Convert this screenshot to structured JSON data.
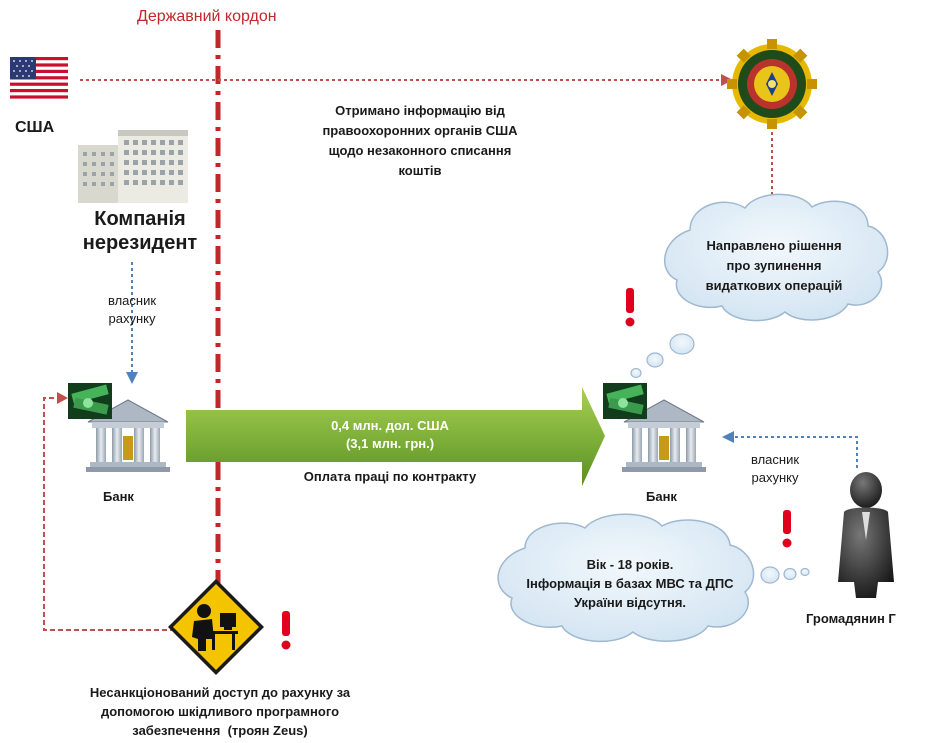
{
  "border": {
    "label": "Державний кордон"
  },
  "usa": {
    "label": "США"
  },
  "company": {
    "line1": "Компанія",
    "line2": "нерезидент"
  },
  "owner_left": {
    "line1": "власник",
    "line2": "рахунку"
  },
  "owner_right": {
    "line1": "власник",
    "line2": "рахунку"
  },
  "info_usa": {
    "line1": "Отримано інформацію від",
    "line2": "правоохоронних органів США",
    "line3": "щодо незаконного списання",
    "line4": "коштів"
  },
  "cloud_decision": {
    "line1": "Направлено рішення",
    "line2": "про зупинення",
    "line3": "видаткових операцій"
  },
  "transfer": {
    "amount_usd": "0,4 млн. дол. США",
    "amount_uah": "(3,1 млн. грн.)",
    "purpose": "Оплата праці по контракту"
  },
  "bank_left": {
    "label": "Банк"
  },
  "bank_right": {
    "label": "Банк"
  },
  "cloud_citizen": {
    "line1": "Вік - 18 років.",
    "line2": "Інформація в базах МВС та ДПС",
    "line3": "України відсутня."
  },
  "citizen": {
    "label": "Громадянин Г"
  },
  "hack": {
    "line1": "Несанкціонований доступ до рахунку за",
    "line2": "допомогою шкідливого програмного",
    "line3": "забезпечення  (троян Zeus)"
  },
  "colors": {
    "border_line": "#c0282c",
    "dotted_red": "#c0504d",
    "dotted_blue": "#4f81bd",
    "arrow_green": "#6ea02f",
    "cloud_fill": "#dbeaf5",
    "cloud_stroke": "#9fb8d0",
    "exclaim": "#e0001b",
    "warning_sign": "#f5c400"
  },
  "icons": [
    "us-flag-icon",
    "building-icon",
    "police-emblem-icon",
    "bank-icon",
    "money-icon",
    "warning-hacker-icon",
    "exclamation-icon",
    "person-icon"
  ]
}
